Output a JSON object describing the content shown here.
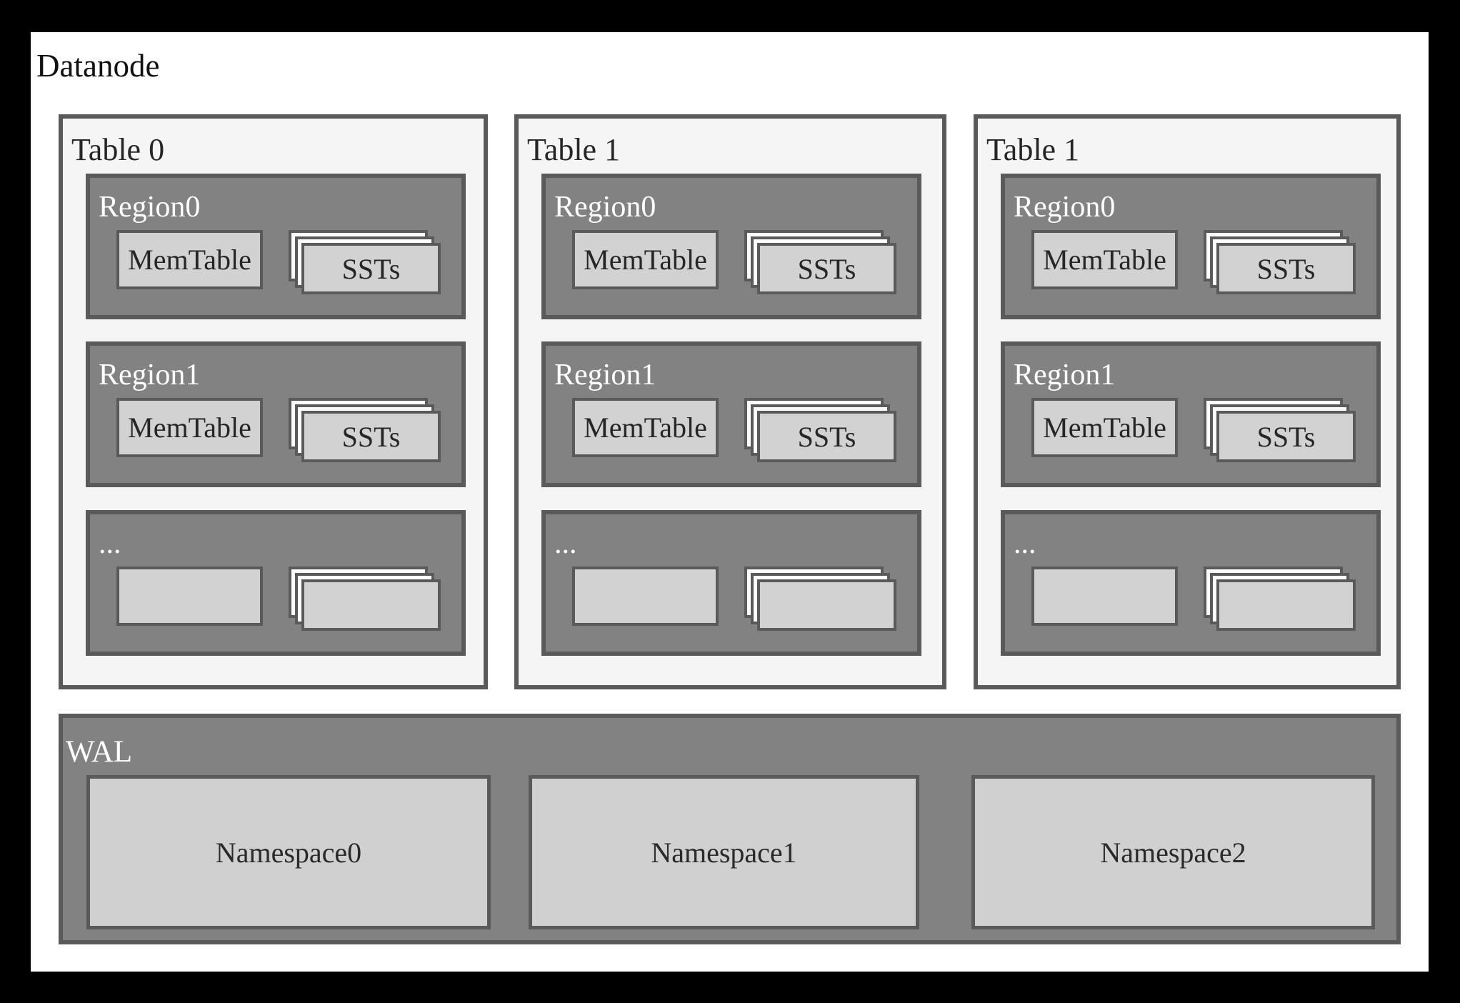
{
  "title": "Datanode",
  "colors": {
    "letterbox": "#000000",
    "canvas": "#ffffff",
    "table_fill": "#f5f5f5",
    "region_fill": "#828282",
    "box_fill": "#d2d2d2",
    "namespace_fill": "#d0d0d0",
    "border": "#5a5a5a",
    "sheet_back_fill": "#fcfcfc",
    "label_dark": "#262626",
    "label_light": "#ffffff"
  },
  "tables": [
    {
      "label": "Table 0",
      "regions": [
        {
          "label": "Region0",
          "memtable": "MemTable",
          "ssts": "SSTs"
        },
        {
          "label": "Region1",
          "memtable": "MemTable",
          "ssts": "SSTs"
        },
        {
          "label": "...",
          "memtable": "",
          "ssts": ""
        }
      ]
    },
    {
      "label": "Table 1",
      "regions": [
        {
          "label": "Region0",
          "memtable": "MemTable",
          "ssts": "SSTs"
        },
        {
          "label": "Region1",
          "memtable": "MemTable",
          "ssts": "SSTs"
        },
        {
          "label": "...",
          "memtable": "",
          "ssts": ""
        }
      ]
    },
    {
      "label": "Table 1",
      "regions": [
        {
          "label": "Region0",
          "memtable": "MemTable",
          "ssts": "SSTs"
        },
        {
          "label": "Region1",
          "memtable": "MemTable",
          "ssts": "SSTs"
        },
        {
          "label": "...",
          "memtable": "",
          "ssts": ""
        }
      ]
    }
  ],
  "wal": {
    "label": "WAL",
    "namespaces": [
      "Namespace0",
      "Namespace1",
      "Namespace2"
    ]
  }
}
